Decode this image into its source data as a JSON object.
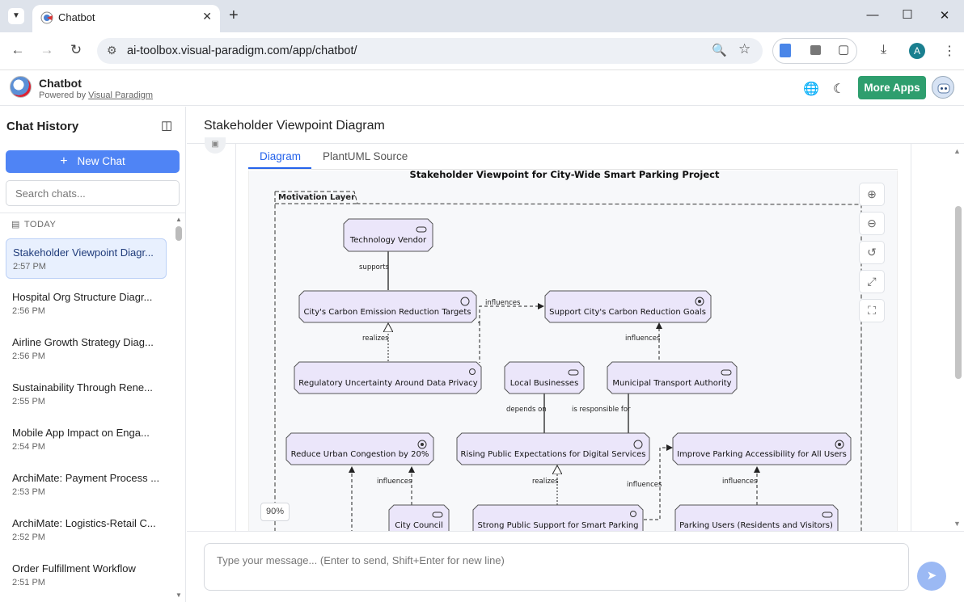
{
  "browser": {
    "tab_title": "Chatbot",
    "url": "ai-toolbox.visual-paradigm.com/app/chatbot/",
    "profile_initial": "A"
  },
  "app": {
    "name": "Chatbot",
    "powered_prefix": "Powered by ",
    "powered_link": "Visual Paradigm",
    "more_apps": "More Apps",
    "accent": "#2e9e6e"
  },
  "sidebar": {
    "title": "Chat History",
    "new_chat": "New Chat",
    "search_placeholder": "Search chats...",
    "group_label": "TODAY",
    "items": [
      {
        "title": "Stakeholder Viewpoint Diagr...",
        "time": "2:57 PM",
        "active": true
      },
      {
        "title": "Hospital Org Structure Diagr...",
        "time": "2:56 PM"
      },
      {
        "title": "Airline Growth Strategy Diag...",
        "time": "2:56 PM"
      },
      {
        "title": "Sustainability Through Rene...",
        "time": "2:55 PM"
      },
      {
        "title": "Mobile App Impact on Enga...",
        "time": "2:54 PM"
      },
      {
        "title": "ArchiMate: Payment Process ...",
        "time": "2:53 PM"
      },
      {
        "title": "ArchiMate: Logistics-Retail C...",
        "time": "2:52 PM"
      },
      {
        "title": "Order Fulfillment Workflow",
        "time": "2:51 PM"
      }
    ]
  },
  "main": {
    "title": "Stakeholder Viewpoint Diagram",
    "tabs": [
      "Diagram",
      "PlantUML Source"
    ],
    "active_tab": "Diagram",
    "zoom_level": "90%",
    "input_placeholder": "Type your message... (Enter to send, Shift+Enter for new line)"
  },
  "diagram": {
    "title": "Stakeholder Viewpoint for City-Wide Smart Parking Project",
    "layer_label": "Motivation Layer",
    "node_fill": "#ebe6fa",
    "nodes": {
      "tech_vendor": "Technology Vendor",
      "carbon_targets": "City's Carbon Emission Reduction Targets",
      "support_goals": "Support City's Carbon Reduction Goals",
      "regulatory": "Regulatory Uncertainty Around Data Privacy",
      "local_biz": "Local Businesses",
      "transport_auth": "Municipal Transport Authority",
      "reduce_congestion": "Reduce Urban Congestion by 20%",
      "public_expect": "Rising Public Expectations for Digital Services",
      "parking_access": "Improve Parking Accessibility for All Users",
      "city_council": "City Council",
      "public_support": "Strong Public Support for Smart Parking",
      "parking_users": "Parking Users (Residents and Visitors)"
    },
    "edges": {
      "supports": "supports",
      "influences_1": "influences",
      "influences_2": "influences",
      "realizes_1": "realizes",
      "depends_on": "depends on",
      "responsible_for": "is responsible for",
      "influences_3": "influences",
      "realizes_2": "realizes",
      "influences_4": "influences",
      "influences_5": "influences"
    }
  }
}
